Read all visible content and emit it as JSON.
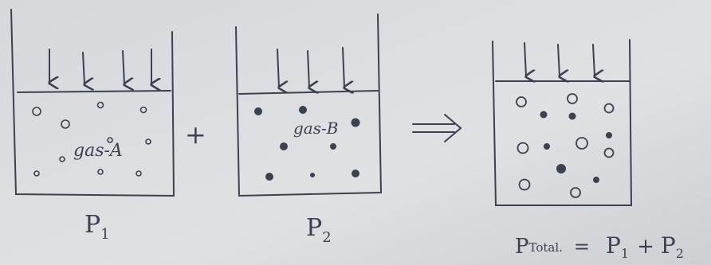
{
  "figure": {
    "container_1": {
      "gas_label": "gas-A",
      "pressure_label": "P",
      "pressure_subscript": "1"
    },
    "plus_sign": "+",
    "container_2": {
      "gas_label": "gas-B",
      "pressure_label": "P",
      "pressure_subscript": "2"
    },
    "implies_arrow": "⟹",
    "container_3": {
      "equation": {
        "total_label": "P",
        "total_subscript": "Total.",
        "equals": "=",
        "p1": "P",
        "p1_sub": "1",
        "plus": "+",
        "p2": "P",
        "p2_sub": "2"
      }
    }
  },
  "colors": {
    "ink": "#3b4150",
    "paper": "#d9dcdf"
  }
}
